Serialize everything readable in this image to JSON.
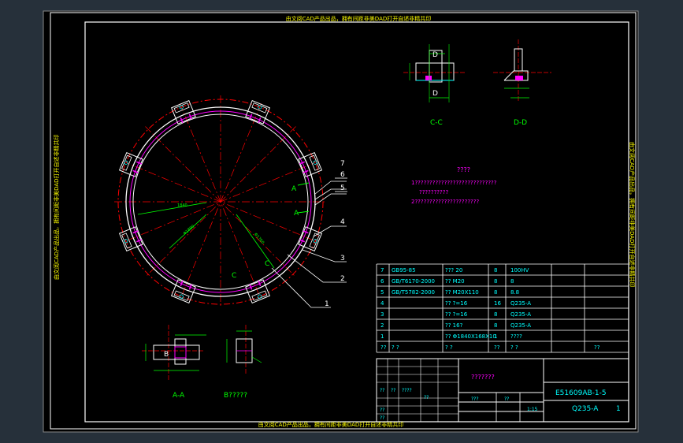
{
  "watermark": {
    "top": "由文阅CAD产品出品，拥有间距非美DAD打开自述非精共印",
    "bottom": "由文阅CAD产品出品，拥有间距非美DAD打开自述非精共印",
    "left": "由文阅CAD产品出品，拥有间距非美DAD打开自述非精共印",
    "right": "由文阅CAD产品出品，拥有间距非美DAD打开自述非精共印"
  },
  "notes": {
    "title": "????",
    "line1": "1????????????????????????????",
    "line2": "??????????",
    "line3": "2??????????????????????"
  },
  "sections": {
    "cc": "C-C",
    "dd": "D-D",
    "aa": "A-A",
    "b": "B?????"
  },
  "balloons": [
    "7",
    "6",
    "5",
    "4",
    "3",
    "2",
    "1"
  ],
  "view_labels": {
    "a1": "A",
    "a2": "A",
    "c1": "C",
    "c2": "C",
    "b": "B",
    "d1": "D",
    "d2": "D"
  },
  "bom": [
    {
      "no": "7",
      "code": "GB95-85",
      "name": "??? 20",
      "qty": "8",
      "mat": "100HV"
    },
    {
      "no": "6",
      "code": "GB/T6170-2000",
      "name": "?? M20",
      "qty": "8",
      "mat": "8"
    },
    {
      "no": "5",
      "code": "GB/T5782-2000",
      "name": "?? M20X110",
      "qty": "8",
      "mat": "8.8"
    },
    {
      "no": "4",
      "code": "",
      "name": "?? ?=16",
      "qty": "16",
      "mat": "Q235-A"
    },
    {
      "no": "3",
      "code": "",
      "name": "?? ?=16",
      "qty": "8",
      "mat": "Q235-A"
    },
    {
      "no": "2",
      "code": "",
      "name": "?? 16?",
      "qty": "8",
      "mat": "Q235-A"
    },
    {
      "no": "1",
      "code": "",
      "name": "?? Φ1840X168X10",
      "qty": "1",
      "mat": "????"
    }
  ],
  "bom_header": {
    "no": "??",
    "code": "?  ?",
    "name": "?  ?",
    "qty": "??",
    "mat": "?  ?",
    "remark": "??"
  },
  "title_block": {
    "name": "???????",
    "drawing_no": "E51609AB-1-5",
    "material": "Q235-A",
    "sheet": "1",
    "scale": "1:15",
    "small": [
      "??",
      "??",
      "????",
      "??",
      "???",
      "??",
      "??",
      "??"
    ]
  },
  "colors": {
    "background": "#000000",
    "frame": "#ffffff",
    "green": "#00ff00",
    "red": "#ff0000",
    "cyan": "#00ffff",
    "magenta": "#ff00ff",
    "yellow": "#ffff00"
  }
}
